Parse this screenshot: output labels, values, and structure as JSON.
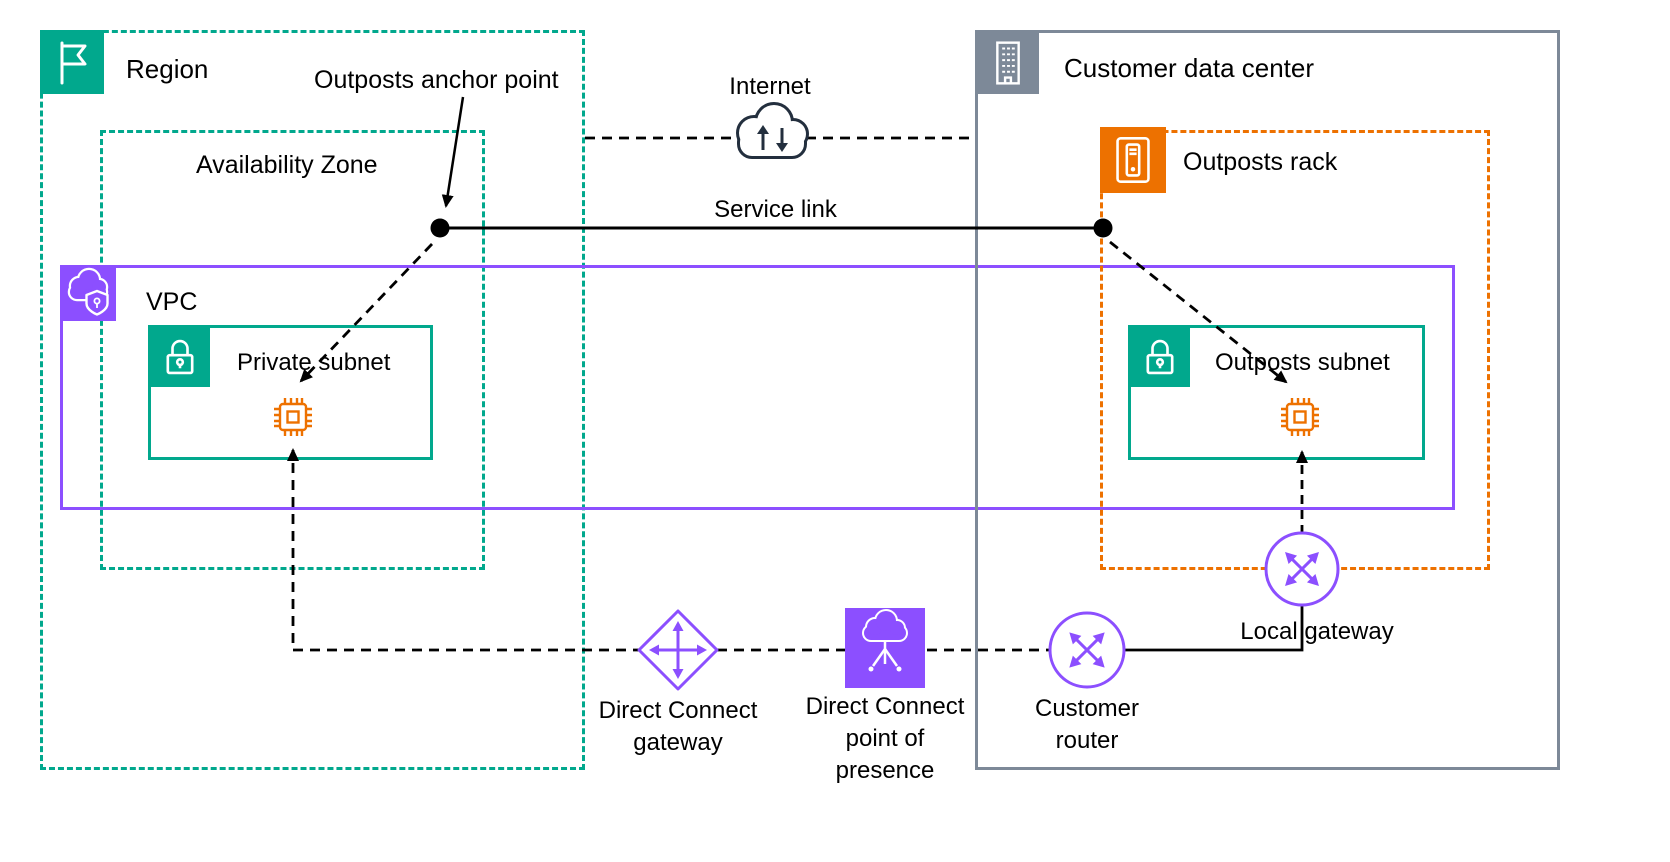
{
  "colors": {
    "teal": "#01A88D",
    "purple": "#8C4FFF",
    "orange": "#ED7100",
    "gray": "#7D8998",
    "cloud_outline": "#232F3E",
    "line": "#000000"
  },
  "labels": {
    "region": "Region",
    "availability_zone": "Availability Zone",
    "outposts_anchor_point": "Outposts anchor point",
    "internet": "Internet",
    "customer_data_center": "Customer data center",
    "outposts_rack": "Outposts rack",
    "service_link": "Service link",
    "vpc": "VPC",
    "private_subnet": "Private subnet",
    "outposts_subnet": "Outposts subnet",
    "local_gateway": "Local gateway",
    "direct_connect_gateway": {
      "line1": "Direct Connect",
      "line2": "gateway"
    },
    "direct_connect_pop": {
      "line1": "Direct Connect",
      "line2": "point of",
      "line3": "presence"
    },
    "customer_router": {
      "line1": "Customer",
      "line2": "router"
    }
  }
}
